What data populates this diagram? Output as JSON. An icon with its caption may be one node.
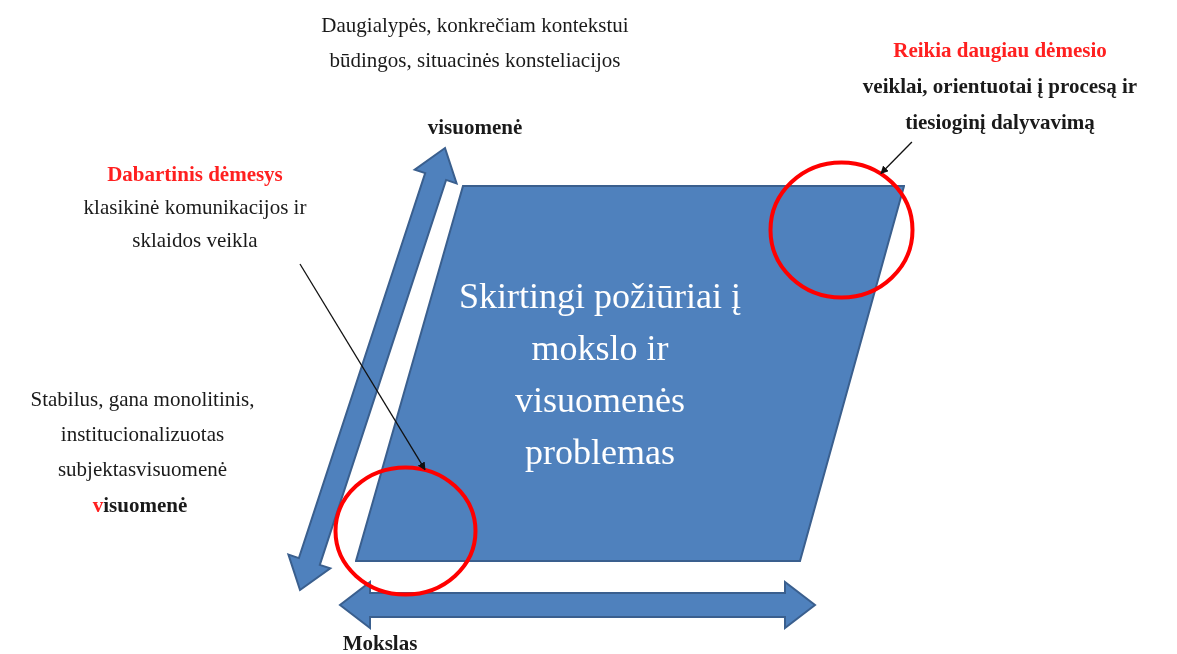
{
  "diagram": {
    "nodes": [
      {
        "text": [
          "Skirtingi požiūriai į mokslo ir visuomenės problemas"
        ]
      },
      {
        "text": [
          "Dabartinis dėmesys",
          "klasikinė komunikacijos ir sklaidos veikla"
        ]
      },
      {
        "text": [],
        "shape": "circle"
      },
      {
        "text": [
          "Reikia daugiau dėmesio",
          "veiklai, orientuotai į procesą ir tiesioginį dalyvavimą"
        ]
      },
      {
        "text": [],
        "shape": "circle"
      }
    ],
    "edges": [
      {
        "from": 1,
        "to": 2,
        "arrow": "to"
      },
      {
        "from": 3,
        "to": 4,
        "arrow": "to"
      }
    ],
    "labels": [
      "Daugialypės, konkrečiam kontekstui būdingos, situacinės konsteliacijos",
      "visuomenė",
      "Stabilus, gana monolitinis, institucionalizuotas subjektasvisuomenė",
      "visuomenė",
      "Mokslas"
    ]
  }
}
